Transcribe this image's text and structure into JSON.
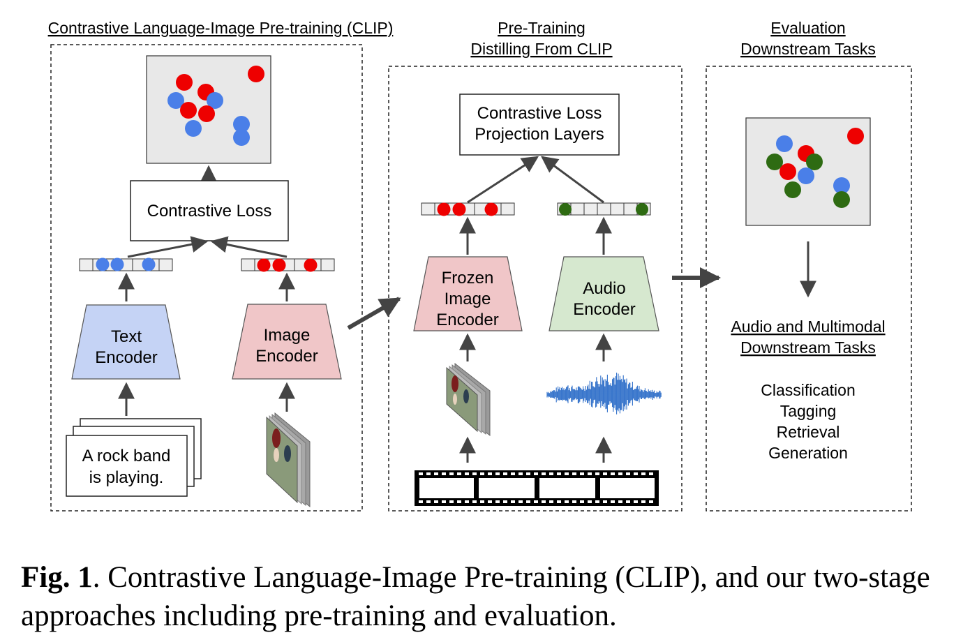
{
  "panels": {
    "clip_title": "Contrastive Language-Image Pre-training (CLIP)",
    "pretrain_title_1": "Pre-Training",
    "pretrain_title_2": "Distilling From CLIP",
    "eval_title_1": "Evaluation",
    "eval_title_2": "Downstream Tasks"
  },
  "clip": {
    "contrastive_loss": "Contrastive Loss",
    "text_encoder_1": "Text",
    "text_encoder_2": "Encoder",
    "image_encoder_1": "Image",
    "image_encoder_2": "Encoder",
    "text_input_1": "A rock band",
    "text_input_2": "is playing."
  },
  "pretrain": {
    "proj_1": "Contrastive Loss",
    "proj_2": "Projection Layers",
    "frozen_1": "Frozen",
    "frozen_2": "Image",
    "frozen_3": "Encoder",
    "audio_1": "Audio",
    "audio_2": "Encoder"
  },
  "evaluation": {
    "tasks_title_1": "Audio and Multimodal",
    "tasks_title_2": "Downstream Tasks",
    "tasks": [
      "Classification",
      "Tagging",
      "Retrieval",
      "Generation"
    ]
  },
  "caption": {
    "label": "Fig. 1",
    "text": ".  Contrastive Language-Image Pre-training (CLIP), and our two-stage approaches including pre-training and evaluation."
  },
  "colors": {
    "red_dot": "#ee0000",
    "blue_dot": "#4a7fe8",
    "green_dot": "#2e6b12",
    "text_encoder_fill": "#c5d3f5",
    "image_encoder_fill": "#f0c6c8",
    "audio_encoder_fill": "#d6e8cf",
    "embedding_box_fill": "#eeeeee",
    "waveform": "#2f6fc9"
  }
}
